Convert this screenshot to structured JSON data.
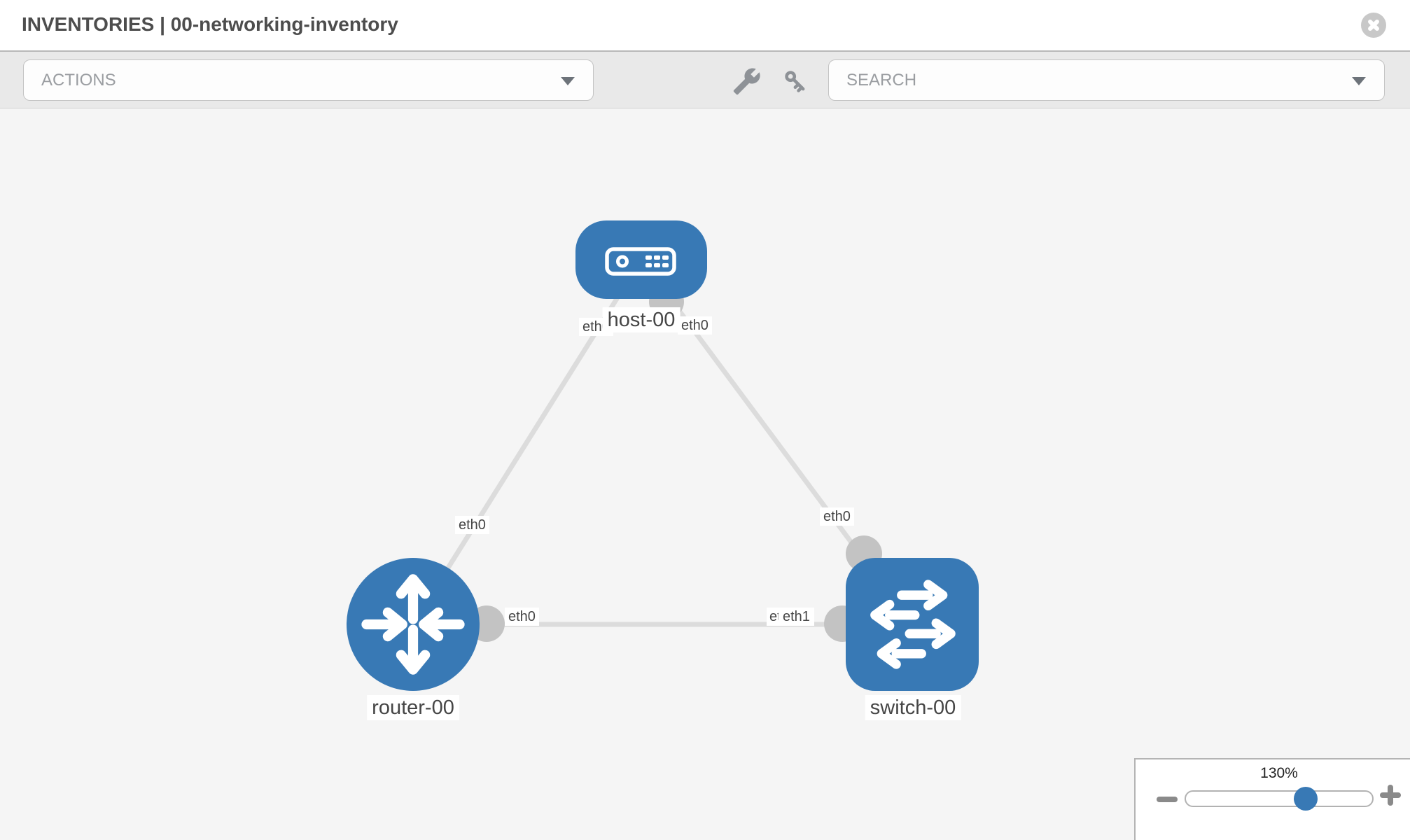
{
  "header": {
    "title": "INVENTORIES | 00-networking-inventory"
  },
  "toolbar": {
    "actions_label": "ACTIONS",
    "search_placeholder": "SEARCH"
  },
  "icons": {
    "close": "x-circle",
    "actions_caret": "chevron-down",
    "search_caret": "chevron-down",
    "tools": "wrench",
    "credentials": "key",
    "zoom_out": "minus",
    "zoom_in": "plus"
  },
  "canvas": {
    "nodes": [
      {
        "label": "host-00",
        "type": "host"
      },
      {
        "label": "router-00",
        "type": "router"
      },
      {
        "label": "switch-00",
        "type": "switch"
      }
    ],
    "edges": [
      {
        "from": "host-00",
        "to": "router-00",
        "from_label": "eth0",
        "to_label": "eth0"
      },
      {
        "from": "host-00",
        "to": "switch-00",
        "from_label": "eth0",
        "to_label": "eth0"
      },
      {
        "from": "router-00",
        "to": "switch-00",
        "from_label": "eth0",
        "to_label": "eth1",
        "to_label_behind": "eth1"
      }
    ]
  },
  "zoom_control": {
    "level": "130%"
  },
  "colors": {
    "node_blue": "#3879b5",
    "edge_gray": "#dcdcdc",
    "bubble_gray": "#c3c3c3",
    "canvas_bg": "#f5f5f5",
    "toolbar_bg": "#e9e9e9",
    "label_text": "#464646"
  }
}
